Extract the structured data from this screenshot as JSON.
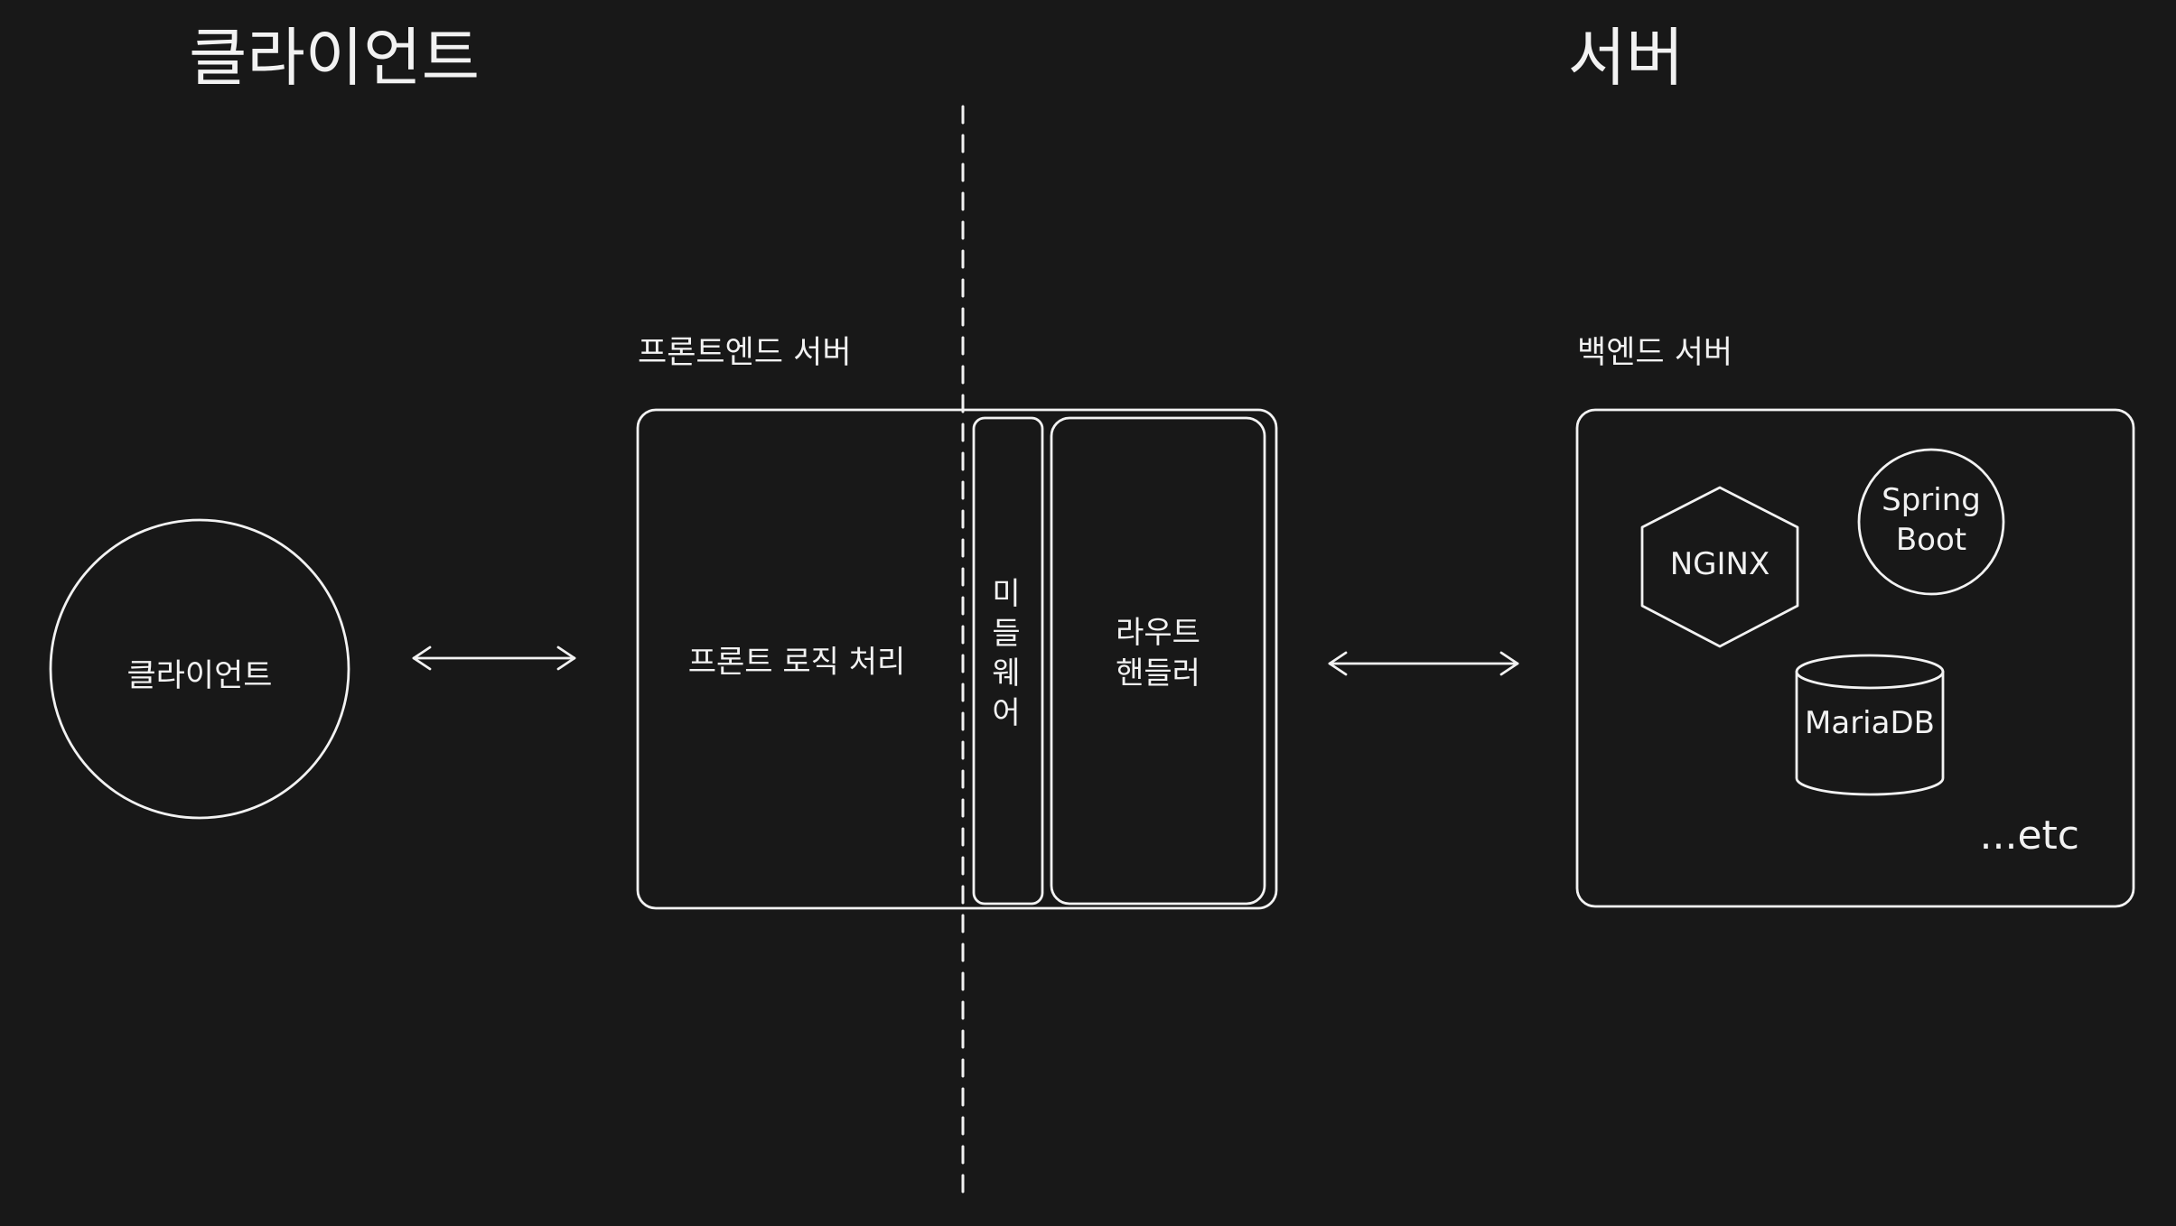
{
  "headings": {
    "client": "클라이언트",
    "server": "서버"
  },
  "client_node": {
    "label": "클라이언트"
  },
  "frontend_server": {
    "title": "프론트엔드 서버",
    "logic": "프론트 로직 처리",
    "middleware": [
      "미",
      "들",
      "웨",
      "어"
    ],
    "route_handler": [
      "라우트",
      "핸들러"
    ]
  },
  "backend_server": {
    "title": "백엔드 서버",
    "nginx": "NGINX",
    "spring": [
      "Spring",
      "Boot"
    ],
    "mariadb": "MariaDB",
    "etc": "...etc"
  }
}
